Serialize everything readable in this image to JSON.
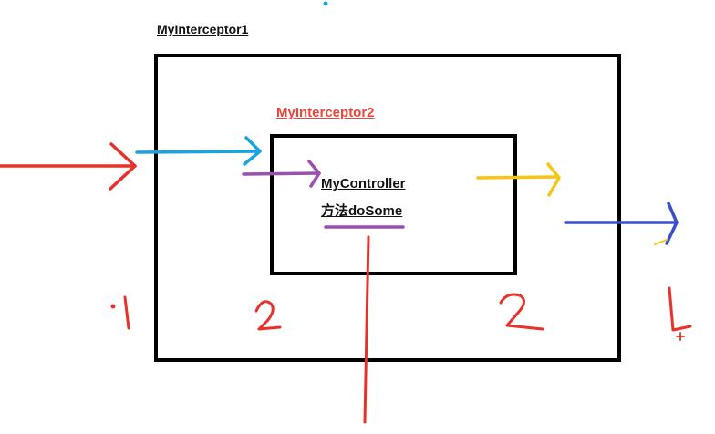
{
  "labels": {
    "outer_interceptor": "MyInterceptor1",
    "inner_interceptor": "MyInterceptor2",
    "controller": "MyController",
    "method": "方法doSome"
  },
  "colors": {
    "box": "#000000",
    "red": "#e8312a",
    "cyan": "#1aa3e0",
    "purple": "#9b4fae",
    "yellow": "#f5c518",
    "blue": "#3a50c8",
    "outer_label": "#111111",
    "inner_label": "#e8453c"
  },
  "icons": {
    "flow_arrows": "arrow-right-icon"
  }
}
